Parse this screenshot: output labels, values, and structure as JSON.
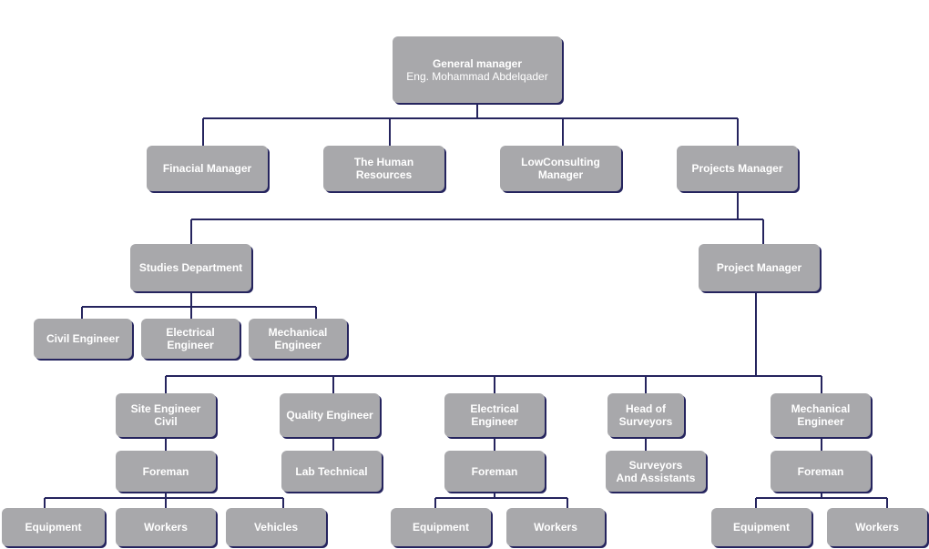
{
  "org_chart": {
    "general_manager": {
      "title": "General manager",
      "name": "Eng. Mohammad Abdelqader"
    },
    "level1": {
      "financial": "Finacial Manager",
      "hr": [
        "The Human",
        "Resources"
      ],
      "consulting": [
        "LowConsulting",
        "Manager"
      ],
      "projects": "Projects Manager"
    },
    "studies": {
      "title": "Studies Department",
      "civil": "Civil Engineer",
      "electrical": [
        "Electrical",
        "Engineer"
      ],
      "mechanical": [
        "Mechanical",
        "Engineer"
      ]
    },
    "project_manager": "Project Manager",
    "site_engineer": [
      "Site Engineer",
      "Civil"
    ],
    "quality_engineer": "Quality Engineer",
    "lab_technical": "Lab Technical",
    "electrical_engineer": [
      "Electrical",
      "Engineer"
    ],
    "head_of_surveyors": [
      "Head of",
      "Surveyors"
    ],
    "surveyors": [
      "Surveyors",
      "And Assistants"
    ],
    "mechanical_engineer": [
      "Mechanical",
      "Engineer"
    ],
    "foreman": "Foreman",
    "equipment": "Equipment",
    "workers": "Workers",
    "vehicles": "Vehicles"
  },
  "colors": {
    "box": "#a8a8ab",
    "line": "#25245e",
    "text": "#ffffff"
  }
}
